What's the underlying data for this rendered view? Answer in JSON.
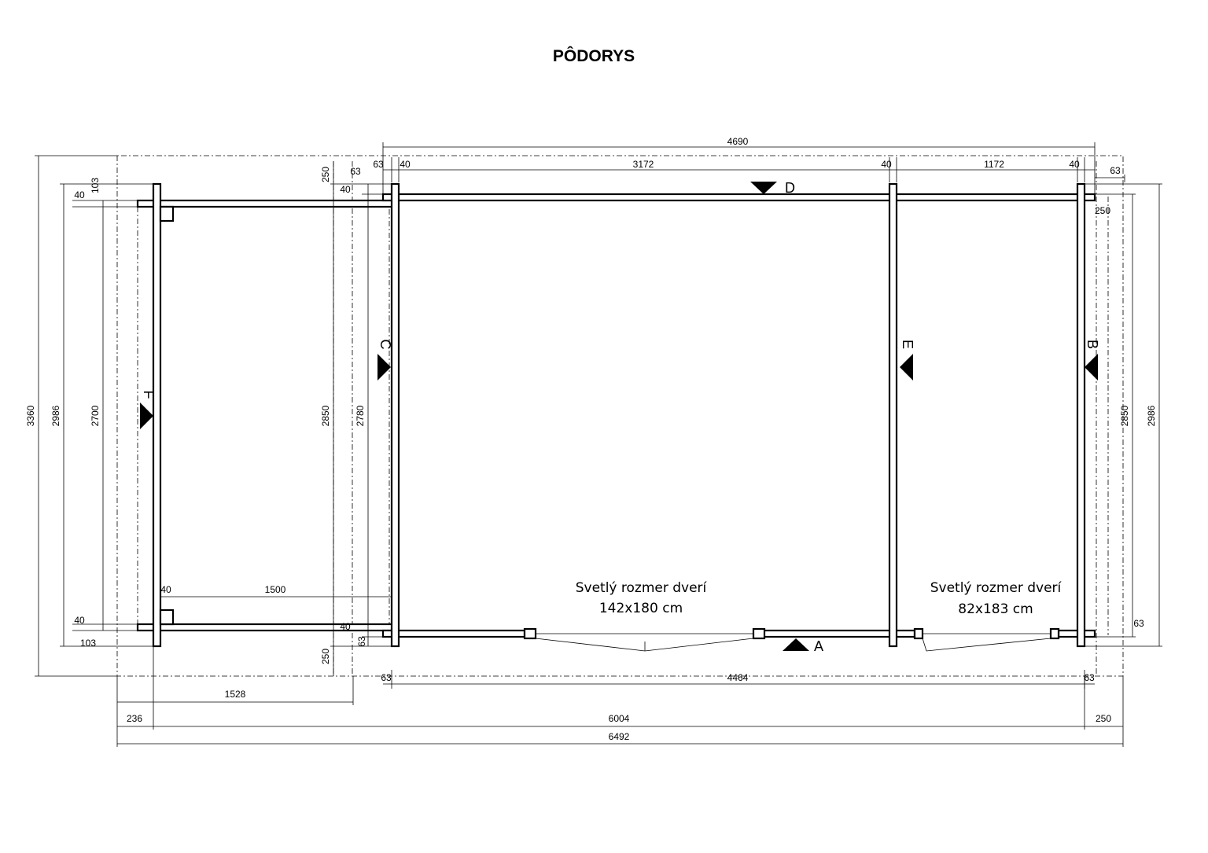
{
  "title": "PÔDORYS",
  "dimensions": {
    "top_total": "4690",
    "top_segment_1": "3172",
    "top_segment_2": "1172",
    "top_wall_left": "40",
    "top_wall_mid": "40",
    "top_wall_right": "40",
    "top_overhang_left": "63",
    "top_overhang_right": "63",
    "post_top": "40",
    "post_top_mid": "40",
    "post_bottom": "40",
    "post_bottom_mid": "40",
    "gap_103_top": "103",
    "gap_103_bottom": "103",
    "vertical_250_top": "250",
    "vertical_250_bottom": "250",
    "right_250": "250",
    "side_63_top": "63",
    "side_63_bottom": "63",
    "left_3360": "3360",
    "left_2986": "2986",
    "left_2700": "2700",
    "mid_2850": "2850",
    "mid_2780": "2780",
    "right_2850": "2850",
    "right_2986": "2986",
    "bottom_1500": "1500",
    "bottom_40": "40",
    "bottom_4464": "4464",
    "bottom_63_left": "63",
    "bottom_63_right": "63",
    "bottom_1528": "1528",
    "bottom_236": "236",
    "bottom_6004": "6004",
    "bottom_250": "250",
    "bottom_6492": "6492"
  },
  "markers": {
    "A": "A",
    "B": "B",
    "C": "C",
    "D": "D",
    "E": "E",
    "F": "F"
  },
  "notes": {
    "door1_line1": "Svetlý rozmer dverí",
    "door1_line2": "142x180 cm",
    "door2_line1": "Svetlý rozmer dverí",
    "door2_line2": "82x183 cm"
  }
}
